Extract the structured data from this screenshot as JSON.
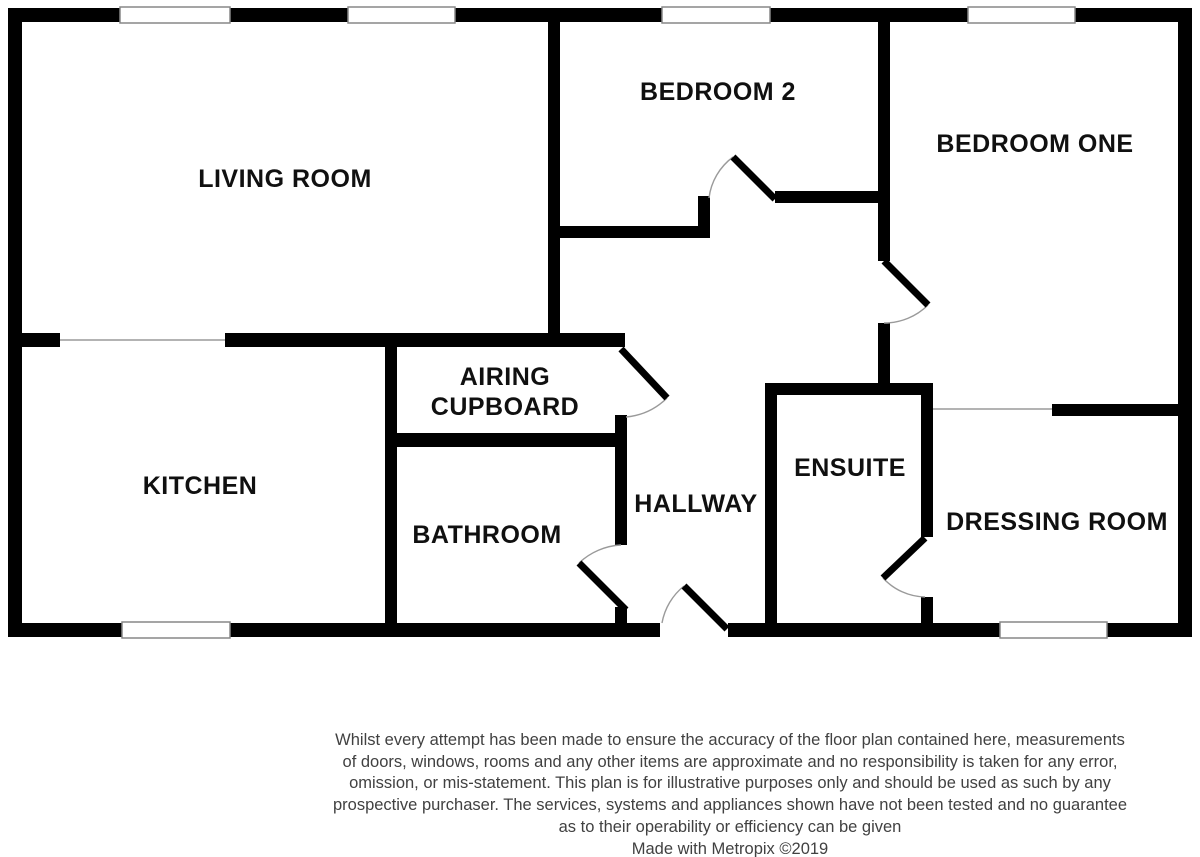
{
  "plan": {
    "room_labels": {
      "living_room": "LIVING ROOM",
      "bedroom_2": "BEDROOM 2",
      "bedroom_one": "BEDROOM ONE",
      "kitchen": "KITCHEN",
      "airing_cupboard": [
        "AIRING",
        "CUPBOARD"
      ],
      "bathroom": "BATHROOM",
      "hallway": "HALLWAY",
      "ensuite": "ENSUITE",
      "dressing_room": "DRESSING ROOM"
    }
  },
  "footer": {
    "disclaimer_lines": [
      "Whilst every attempt has been made to ensure the accuracy of the floor plan contained here, measurements",
      "of doors, windows, rooms and any other items are approximate and no responsibility is taken for any error,",
      "omission, or mis-statement. This plan is for illustrative purposes only and should be used as such by any",
      "prospective purchaser. The services, systems and appliances shown have not been tested and no guarantee",
      "as to their operability or efficiency can be given"
    ],
    "credit": "Made with Metropix ©2019"
  },
  "colors": {
    "background": "#ffffff",
    "wall": "#000000",
    "room_label_text": "#101010",
    "disclaimer_text": "#414141",
    "window_outline": "#878787",
    "door_arc": "#9a9a9a"
  }
}
